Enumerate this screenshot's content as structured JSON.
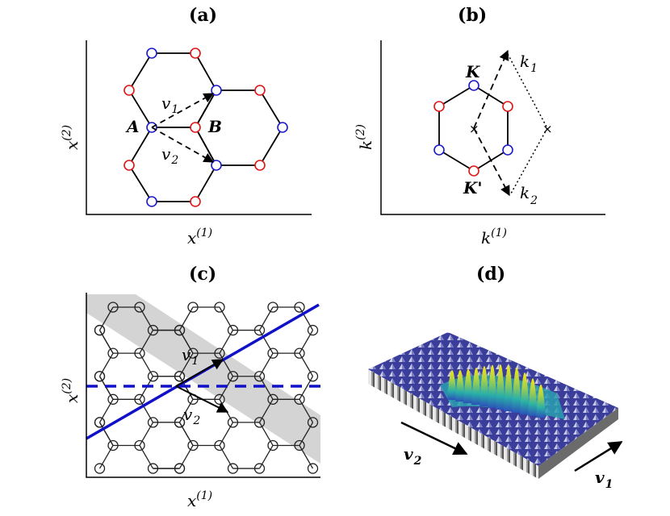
{
  "panels": {
    "a": {
      "label": "(a)",
      "xlabel": "x",
      "xlabel_sup": "(1)",
      "ylabel": "x",
      "ylabel_sup": "(2)",
      "point_a": "A",
      "point_b": "B",
      "v1": "v",
      "v1_sub": "1",
      "v2": "v",
      "v2_sub": "2"
    },
    "b": {
      "label": "(b)",
      "xlabel": "k",
      "xlabel_sup": "(1)",
      "ylabel": "k",
      "ylabel_sup": "(2)",
      "point_k": "K",
      "point_kp": "K'",
      "k1": "k",
      "k1_sub": "1",
      "k2": "k",
      "k2_sub": "2"
    },
    "c": {
      "label": "(c)",
      "xlabel": "x",
      "xlabel_sup": "(1)",
      "ylabel": "x",
      "ylabel_sup": "(2)",
      "v1": "v",
      "v1_sub": "1",
      "v2": "v",
      "v2_sub": "2"
    },
    "d": {
      "label": "(d)",
      "v1": "v",
      "v1_sub": "1",
      "v2": "v",
      "v2_sub": "2"
    }
  },
  "colors": {
    "sublattice_a": "#1a1acc",
    "sublattice_b": "#e01515",
    "edge_line": "#1010c8",
    "strip_fill": "#d4d4d4",
    "surface_base": "#2b2f8f",
    "surface_peak": "#f2e21a"
  }
}
